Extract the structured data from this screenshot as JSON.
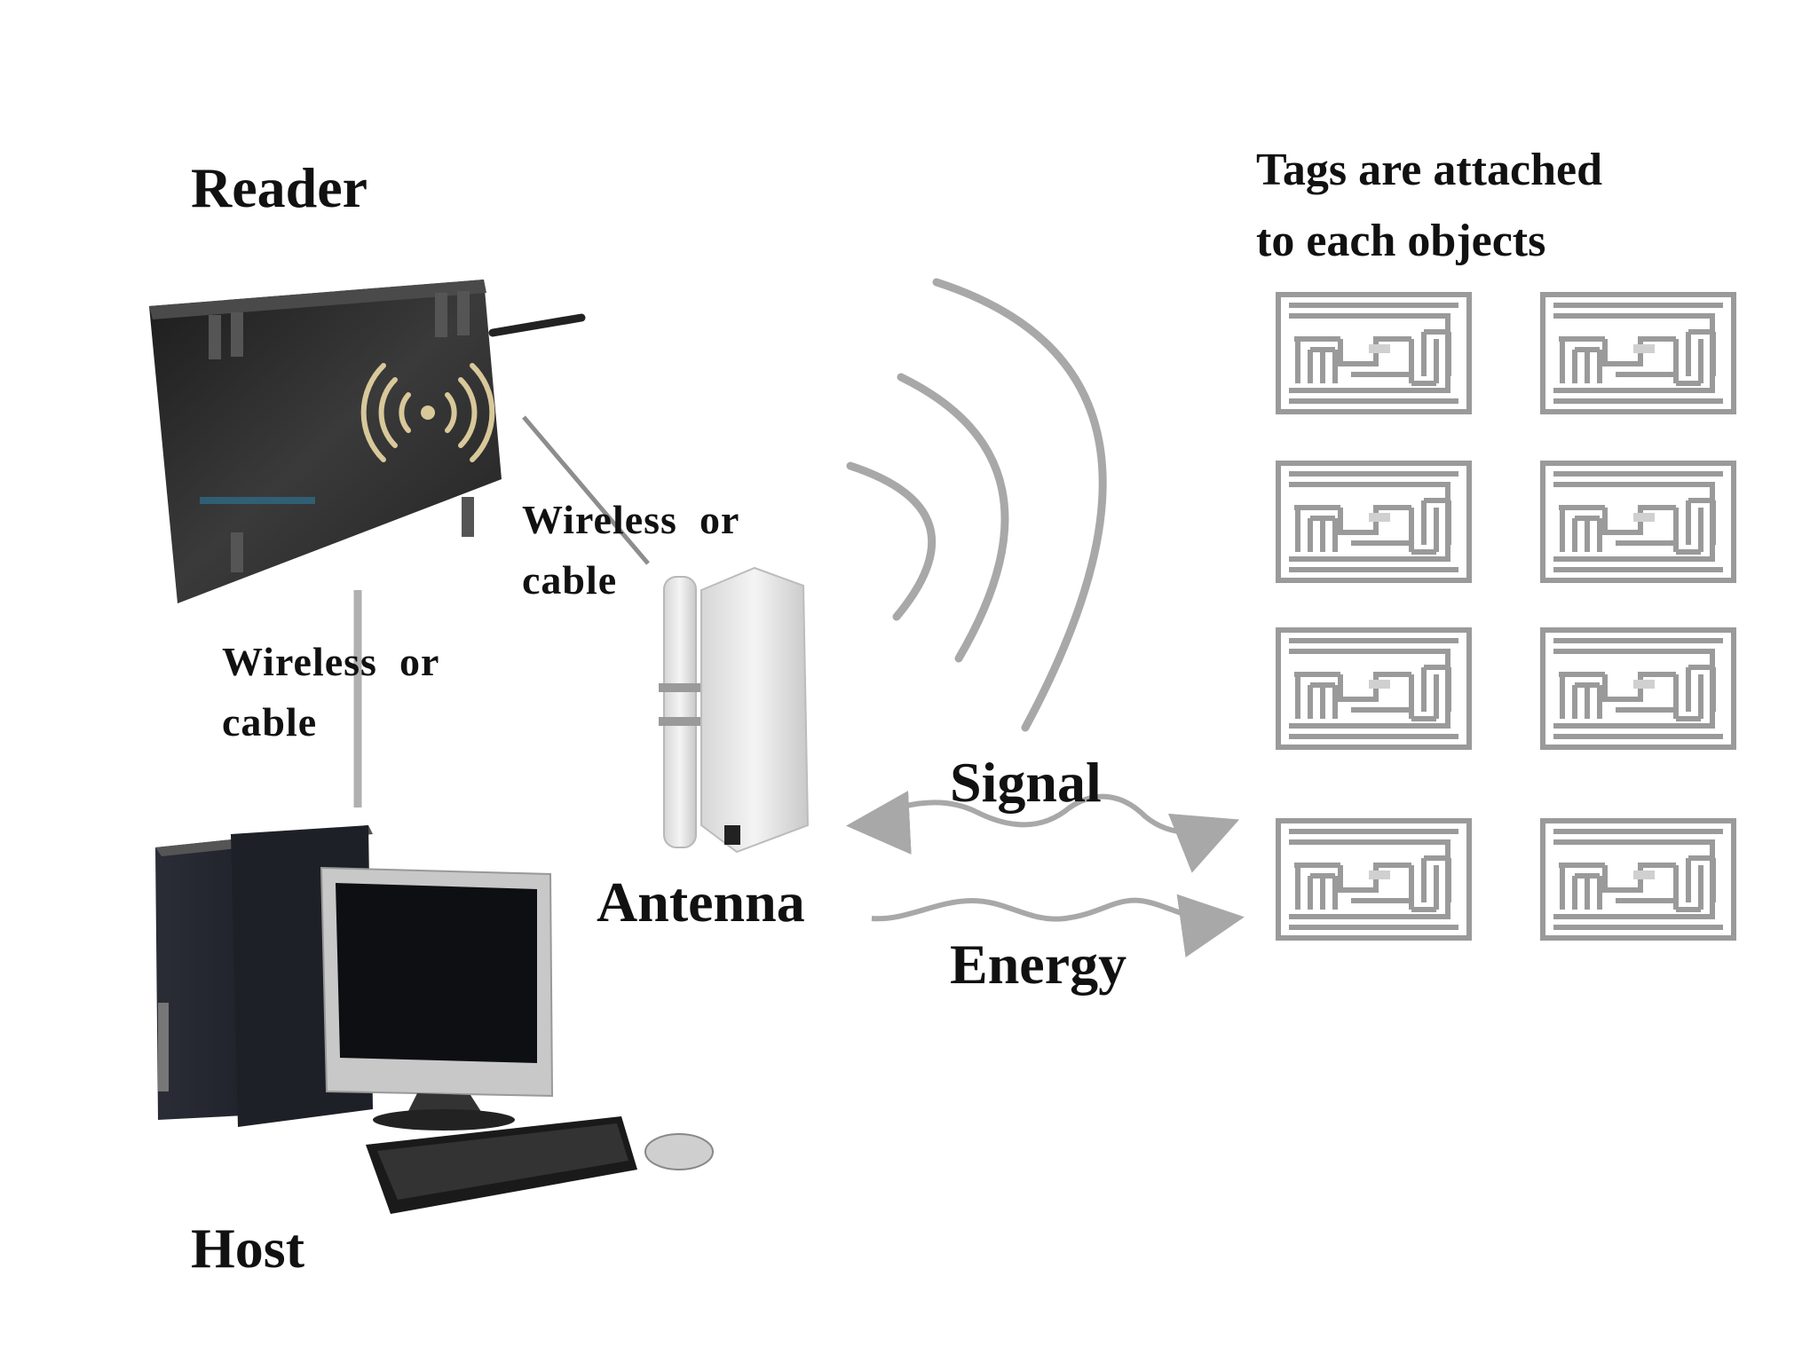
{
  "labels": {
    "reader": "Reader",
    "host": "Host",
    "antenna": "Antenna",
    "signal": "Signal",
    "energy": "Energy",
    "tags_line1": "Tags are attached",
    "tags_line2": "to each objects",
    "link_reader_antenna": {
      "line1": "Wireless  or",
      "line2": "cable"
    },
    "link_reader_host": {
      "line1": "Wireless  or",
      "line2": "cable"
    }
  },
  "tags": [
    {
      "row": 1,
      "col": 1
    },
    {
      "row": 1,
      "col": 2
    },
    {
      "row": 2,
      "col": 1
    },
    {
      "row": 2,
      "col": 2
    },
    {
      "row": 3,
      "col": 1
    },
    {
      "row": 3,
      "col": 2
    },
    {
      "row": 4,
      "col": 1
    },
    {
      "row": 4,
      "col": 2
    }
  ],
  "colors": {
    "text": "#111111",
    "wave": "#a8a8a8",
    "tag": "#9a9a9a",
    "device_dark": "#2b2b2b",
    "reader_logo": "#d8c89a"
  }
}
